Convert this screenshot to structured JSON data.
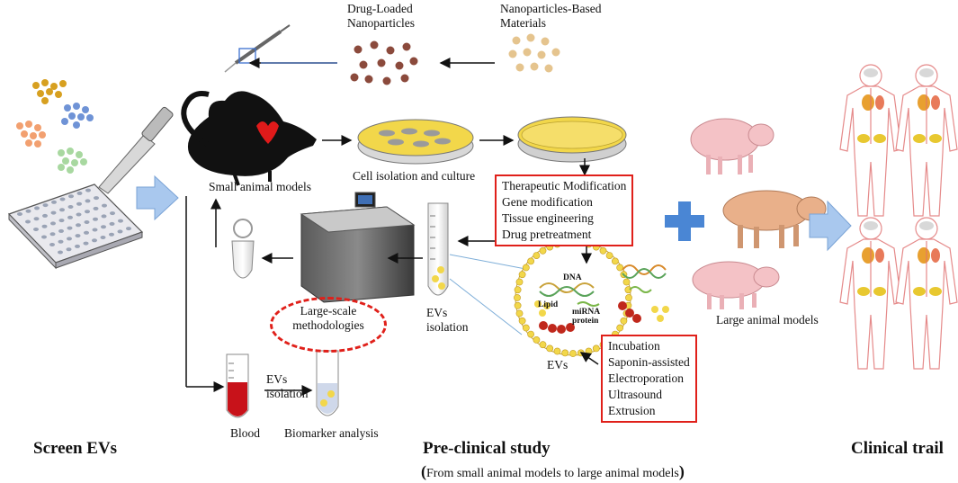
{
  "labels": {
    "drug_loaded": [
      "Drug-Loaded",
      "Nanoparticles"
    ],
    "np_materials": [
      "Nanoparticles-Based",
      "Materials"
    ],
    "small_animal": "Small animal models",
    "cell_isolation": "Cell isolation and culture",
    "large_scale": [
      "Large-scale",
      "methodologies"
    ],
    "evs_isolation_tube": [
      "EVs",
      "isolation"
    ],
    "evs": "EVs",
    "large_animal": "Large animal models",
    "blood": "Blood",
    "evs_isolation_arrow": [
      "EVs",
      "isolation"
    ],
    "biomarker": "Biomarker analysis"
  },
  "modification_box": [
    "Therapeutic Modification",
    "Gene modification",
    "Tissue engineering",
    "Drug pretreatment"
  ],
  "loading_box": [
    "Incubation",
    "Saponin-assisted",
    "Electroporation",
    "Ultrasound",
    "Extrusion"
  ],
  "ev_molecules": {
    "dna": "DNA",
    "lipid": "Lipid",
    "mirna": "miRNA",
    "protein": "protein"
  },
  "headings": {
    "screen": "Screen EVs",
    "preclinical": "Pre-clinical study",
    "preclinical_sub": "From small animal models to large animal models",
    "clinical": "Clinical trail"
  },
  "colors": {
    "highlight_red": "#e0201a",
    "arrow_blue": "#a9c8ee",
    "plus_blue": "#4a86d4",
    "blood_red": "#c8121a",
    "culture_yellow": "#f2d74a"
  }
}
